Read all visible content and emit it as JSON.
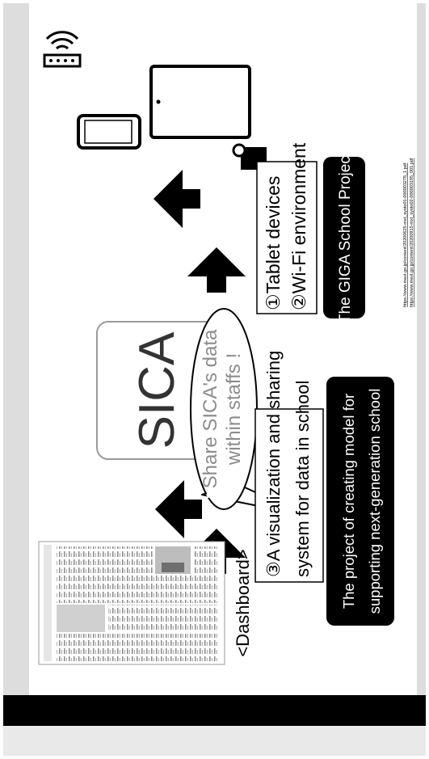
{
  "sica_label": "SICA",
  "bubble": {
    "line1": "Share SICA's data",
    "line2": "within staffs !"
  },
  "left_text": {
    "line1": "①Tablet devices",
    "line2": "②Wi-Fi environment"
  },
  "left_badge": "The GIGA School Project",
  "right_text": {
    "line1": "③A  visualization and sharing",
    "line2": "system for data in school"
  },
  "right_badge": {
    "line1": "The project of creating model for",
    "line2": "supporting next-generation school"
  },
  "dashboard_label": "<Dashboard>",
  "urls": [
    "https://www.mext.go.jp/content/20200625-mxt_syoto01-000003278_1.pdf",
    "https://www.mext.go.jp/content/20200915-mxt_syoto02-000003195_001.pdf"
  ],
  "colors": {
    "badge_bg": "#000000",
    "sica_border": "#9a9a9a",
    "sica_text": "#333333",
    "bubble_text": "#8c8c8c"
  }
}
